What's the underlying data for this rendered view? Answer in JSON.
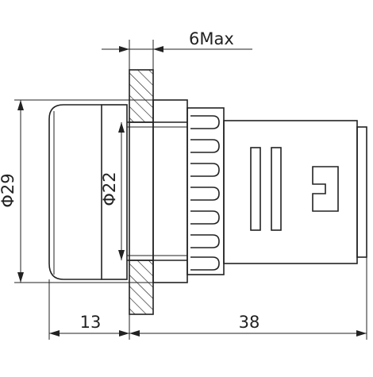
{
  "diagram": {
    "labels": {
      "panel_max_thickness": "6Max",
      "outer_diameter": "Φ29",
      "inner_diameter": "Φ22",
      "front_length": "13",
      "rear_length": "38"
    },
    "colors": {
      "line": "#222222",
      "background": "#ffffff"
    }
  }
}
